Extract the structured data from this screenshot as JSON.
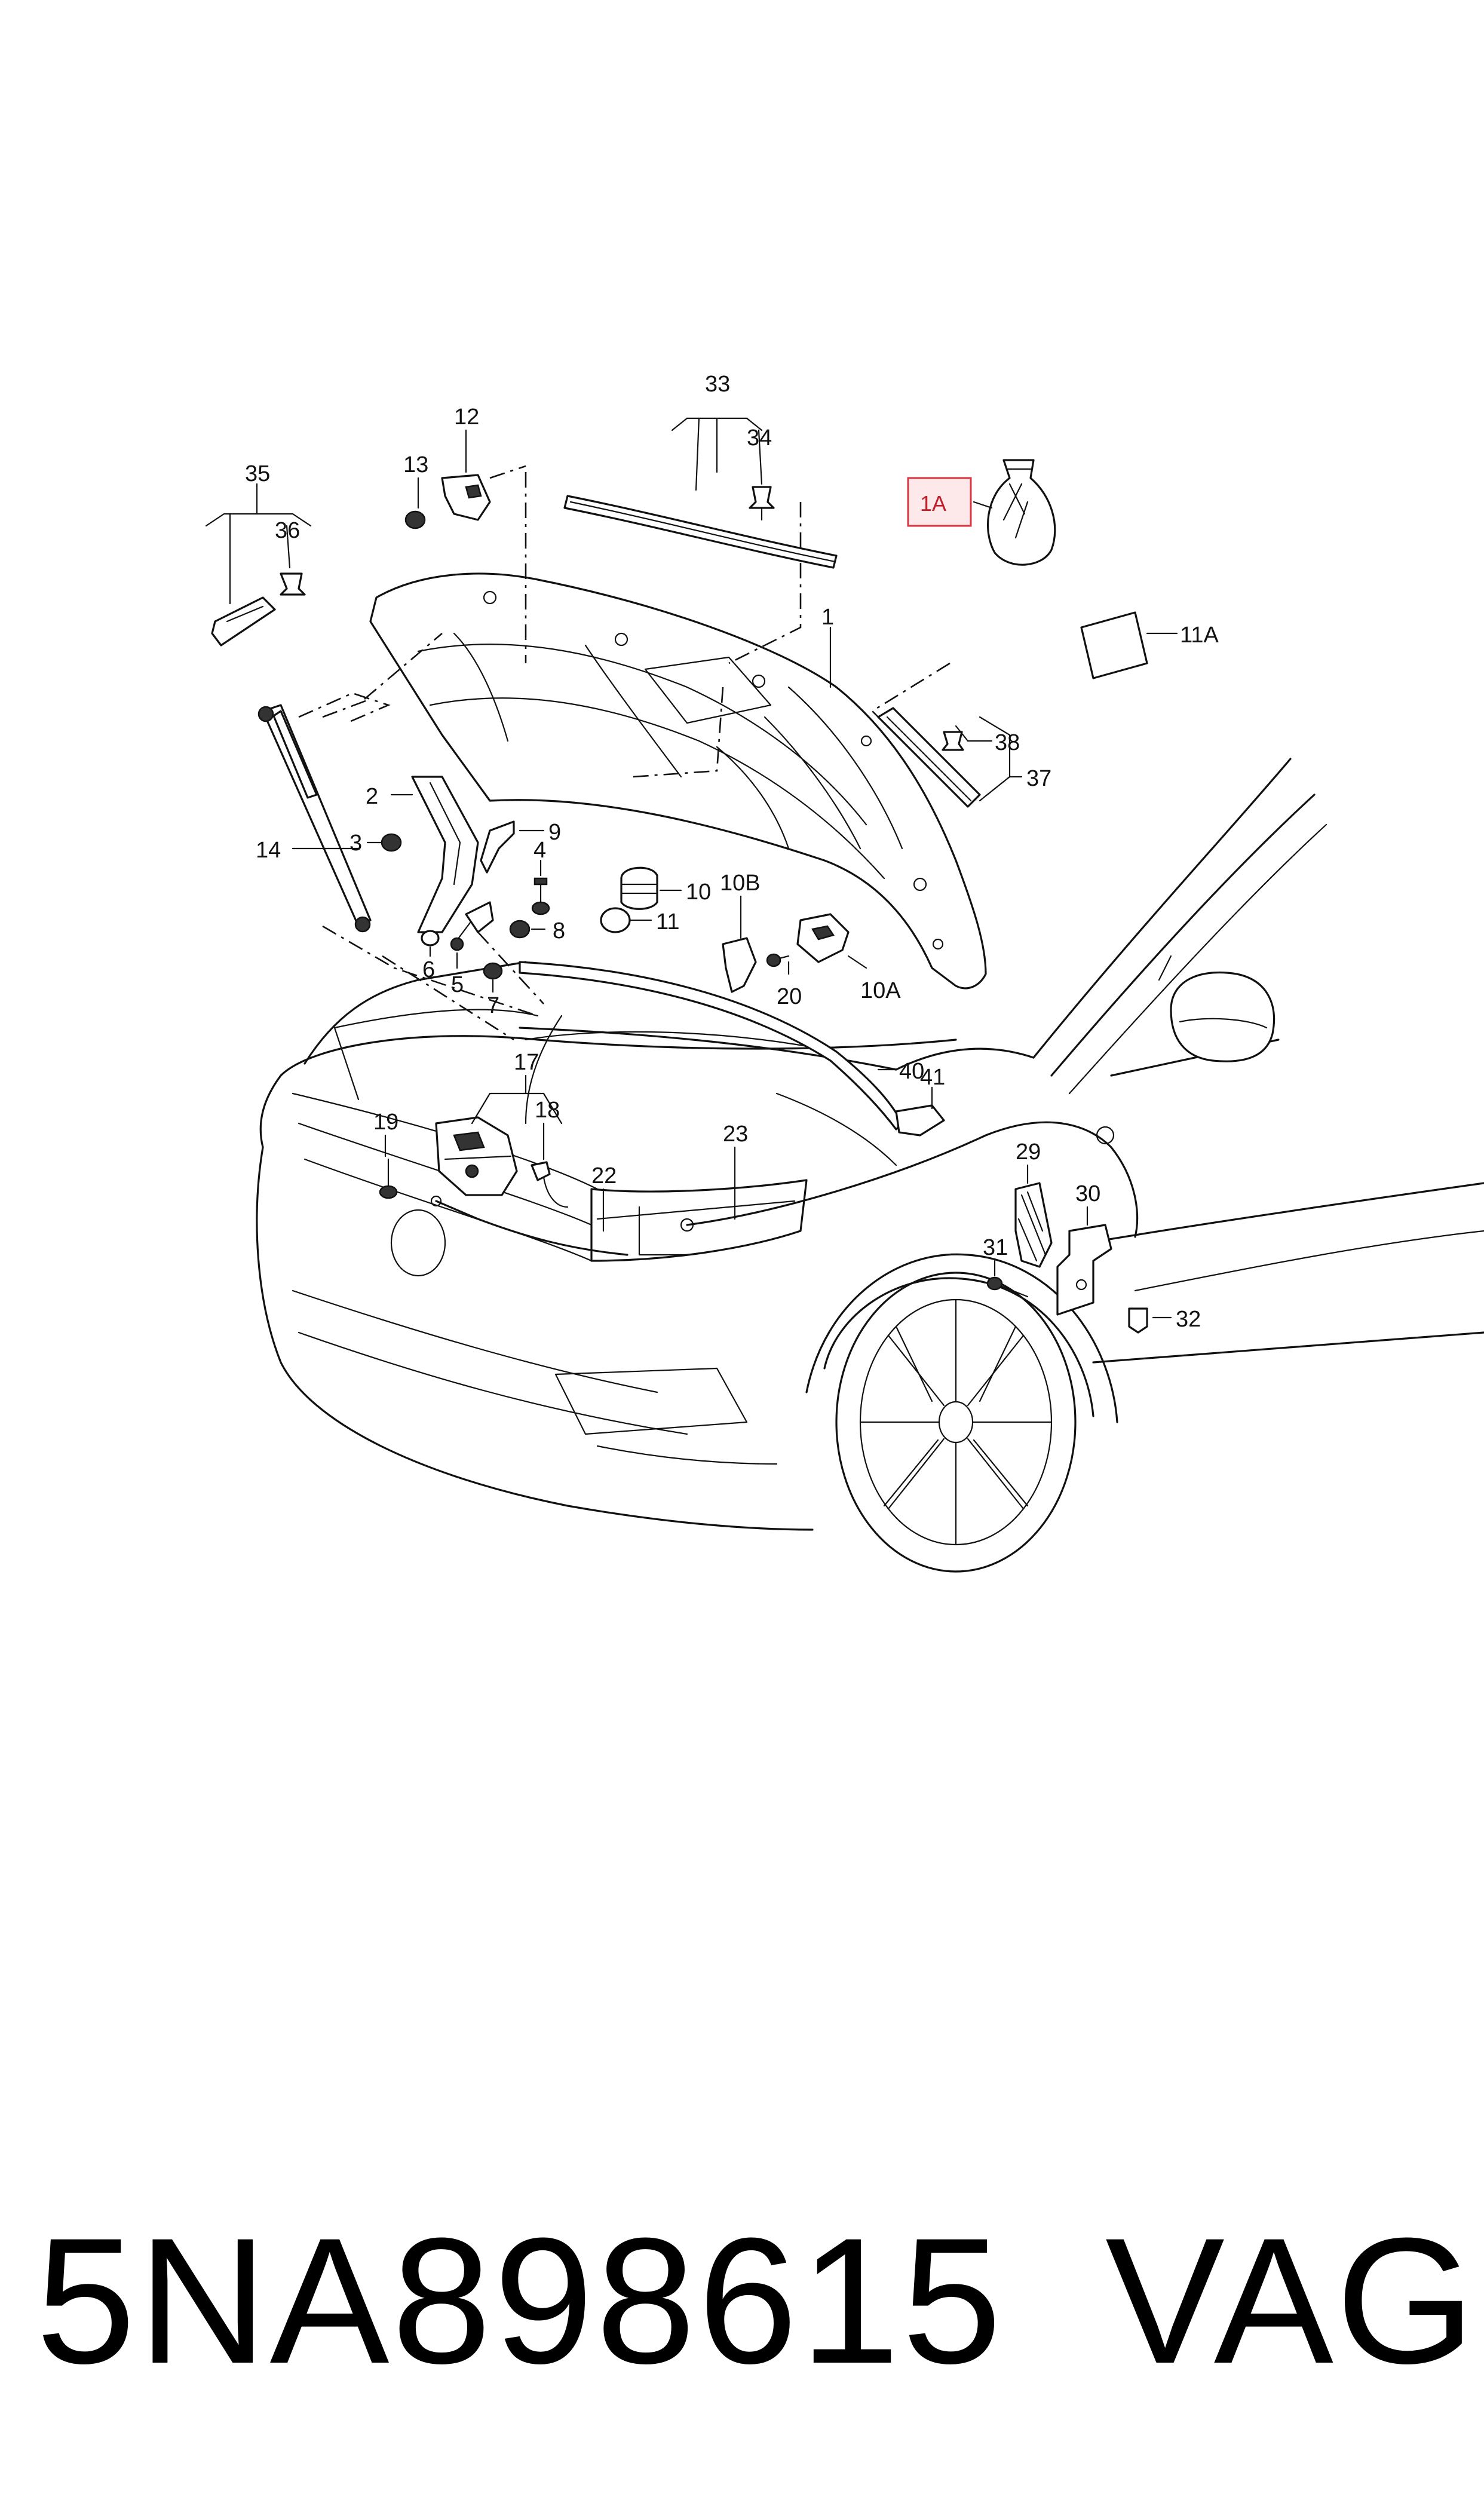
{
  "footer": {
    "part_number": "5NA898615",
    "brand": "VAG"
  },
  "highlight": {
    "label": "1A",
    "box_color": "#fde8ea",
    "border_color": "#d9333f",
    "text_color": "#c01e2b"
  },
  "callouts": [
    {
      "id": "c1",
      "label": "1"
    },
    {
      "id": "c1a",
      "label": "1A"
    },
    {
      "id": "c2",
      "label": "2"
    },
    {
      "id": "c3",
      "label": "3"
    },
    {
      "id": "c4",
      "label": "4"
    },
    {
      "id": "c5",
      "label": "5"
    },
    {
      "id": "c6",
      "label": "6"
    },
    {
      "id": "c7",
      "label": "7"
    },
    {
      "id": "c8",
      "label": "8"
    },
    {
      "id": "c9",
      "label": "9"
    },
    {
      "id": "c10",
      "label": "10"
    },
    {
      "id": "c10a",
      "label": "10A"
    },
    {
      "id": "c10b",
      "label": "10B"
    },
    {
      "id": "c11",
      "label": "11"
    },
    {
      "id": "c11a",
      "label": "11A"
    },
    {
      "id": "c12",
      "label": "12"
    },
    {
      "id": "c13",
      "label": "13"
    },
    {
      "id": "c14",
      "label": "14"
    },
    {
      "id": "c17",
      "label": "17"
    },
    {
      "id": "c18",
      "label": "18"
    },
    {
      "id": "c19",
      "label": "19"
    },
    {
      "id": "c20",
      "label": "20"
    },
    {
      "id": "c22",
      "label": "22"
    },
    {
      "id": "c23",
      "label": "23"
    },
    {
      "id": "c29",
      "label": "29"
    },
    {
      "id": "c30",
      "label": "30"
    },
    {
      "id": "c31",
      "label": "31"
    },
    {
      "id": "c32",
      "label": "32"
    },
    {
      "id": "c33",
      "label": "33"
    },
    {
      "id": "c34",
      "label": "34"
    },
    {
      "id": "c35",
      "label": "35"
    },
    {
      "id": "c36",
      "label": "36"
    },
    {
      "id": "c37",
      "label": "37"
    },
    {
      "id": "c38",
      "label": "38"
    },
    {
      "id": "c40",
      "label": "40"
    },
    {
      "id": "c41",
      "label": "41"
    }
  ]
}
